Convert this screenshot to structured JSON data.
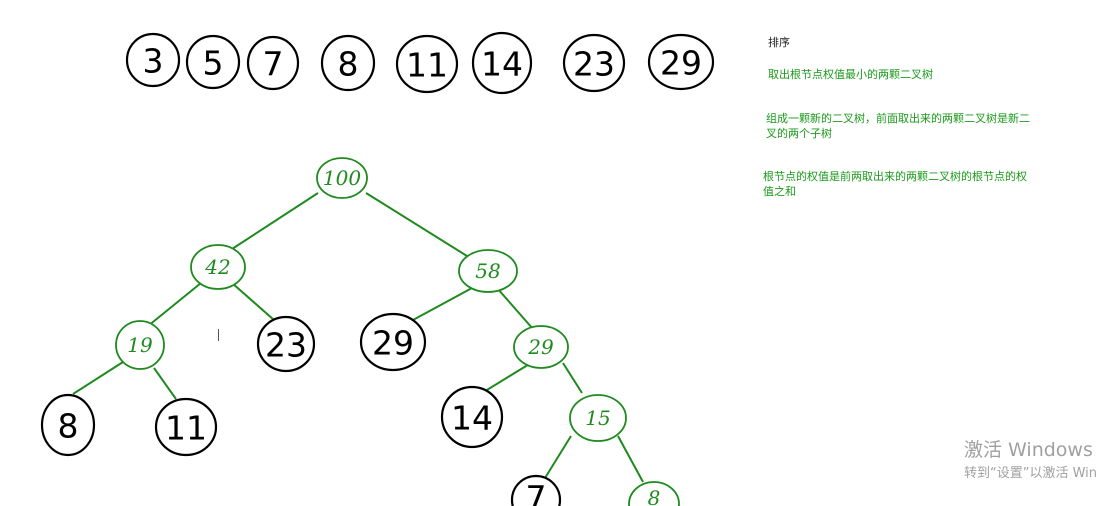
{
  "sequence": [
    "3",
    "5",
    "7",
    "8",
    "11",
    "14",
    "23",
    "29"
  ],
  "tree": {
    "root": "100",
    "level1": [
      "42",
      "58"
    ],
    "level2": [
      "19",
      "23",
      "29",
      "29"
    ],
    "level3": [
      "8",
      "11",
      "14",
      "15"
    ],
    "level4": [
      "7",
      "8"
    ]
  },
  "notes": {
    "title": "排序",
    "step1": "取出根节点权值最小的两颗二叉树",
    "step2": "组成一颗新的二叉树，前面取出来的两颗二叉树是新二叉的两个子树",
    "step3": "根节点的权值是前两取出来的两颗二叉树的根节点的权值之和"
  },
  "watermark": {
    "line1": "激活 Windows",
    "line2": "转到“设置”以激活 Win"
  },
  "colors": {
    "accent_green": "#1f8a1f",
    "node_outline": "#000000",
    "watermark_gray": "#a0a0a0"
  }
}
